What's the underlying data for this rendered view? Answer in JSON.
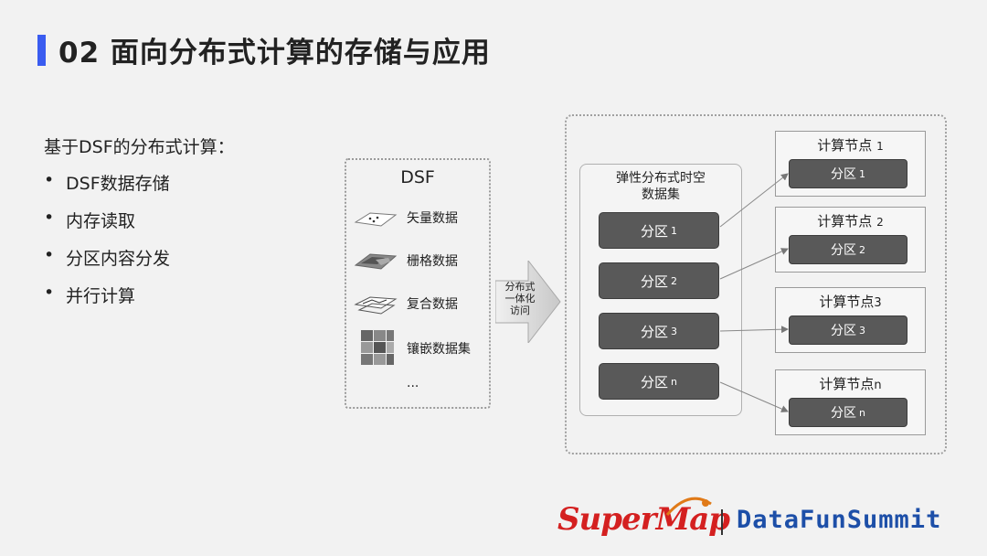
{
  "colors": {
    "accent": "#3a5cf0",
    "partition_fill": "#595959",
    "logo_red": "#d42020",
    "logo_blue": "#1d4fa8"
  },
  "header": {
    "title": "02 面向分布式计算的存储与应用"
  },
  "left": {
    "intro": "基于DSF的分布式计算：",
    "bullets": [
      "DSF数据存储",
      "内存读取",
      "分区内容分发",
      "并行计算"
    ],
    "bullet_glyph": "•"
  },
  "dsf": {
    "title": "DSF",
    "items": [
      {
        "icon": "vector-data-icon",
        "label": "矢量数据"
      },
      {
        "icon": "raster-data-icon",
        "label": "栅格数据"
      },
      {
        "icon": "composite-data-icon",
        "label": "复合数据"
      },
      {
        "icon": "mosaic-dataset-icon",
        "label": "镶嵌数据集"
      }
    ],
    "ellipsis": "..."
  },
  "arrow": {
    "lines": [
      "分布式",
      "一体化",
      "访问"
    ]
  },
  "dataset": {
    "title_line1": "弹性分布式时空",
    "title_line2": "数据集"
  },
  "partitions": [
    {
      "label": "分区",
      "suffix": "1"
    },
    {
      "label": "分区",
      "suffix": "2"
    },
    {
      "label": "分区",
      "suffix": "3"
    },
    {
      "label": "分区",
      "suffix": "n"
    }
  ],
  "nodes": [
    {
      "title": "计算节点",
      "title_suffix": "1",
      "part_label": "分区",
      "part_suffix": "1"
    },
    {
      "title": "计算节点",
      "title_suffix": "2",
      "part_label": "分区",
      "part_suffix": "2"
    },
    {
      "title": "计算节点",
      "title_suffix": "3",
      "part_label": "分区",
      "part_suffix": "3"
    },
    {
      "title": "计算节点",
      "title_suffix": "n",
      "part_label": "分区",
      "part_suffix": "n"
    }
  ],
  "footer": {
    "logo_supermap": "SuperMap",
    "logo_datafun": "DataFunSummit"
  }
}
